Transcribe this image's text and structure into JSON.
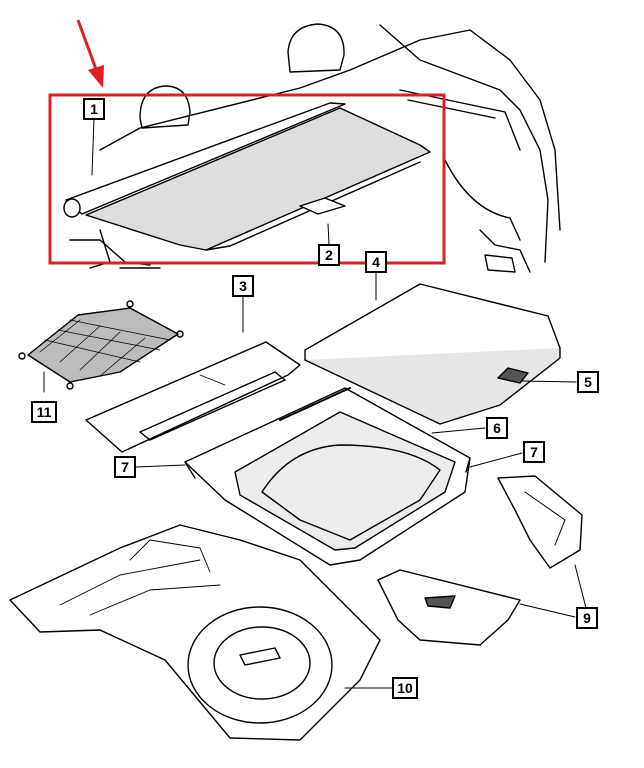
{
  "diagram": {
    "highlight_color": "#e02020",
    "line_color": "#000000",
    "fill_color": "#ffffff",
    "part_shade_color": "#d9d9d9",
    "callouts": [
      {
        "id": "1",
        "label": "1"
      },
      {
        "id": "2",
        "label": "2"
      },
      {
        "id": "3",
        "label": "3"
      },
      {
        "id": "4",
        "label": "4"
      },
      {
        "id": "5",
        "label": "5"
      },
      {
        "id": "6",
        "label": "6"
      },
      {
        "id": "7a",
        "label": "7"
      },
      {
        "id": "7b",
        "label": "7"
      },
      {
        "id": "9",
        "label": "9"
      },
      {
        "id": "10",
        "label": "10"
      },
      {
        "id": "11",
        "label": "11"
      }
    ]
  }
}
